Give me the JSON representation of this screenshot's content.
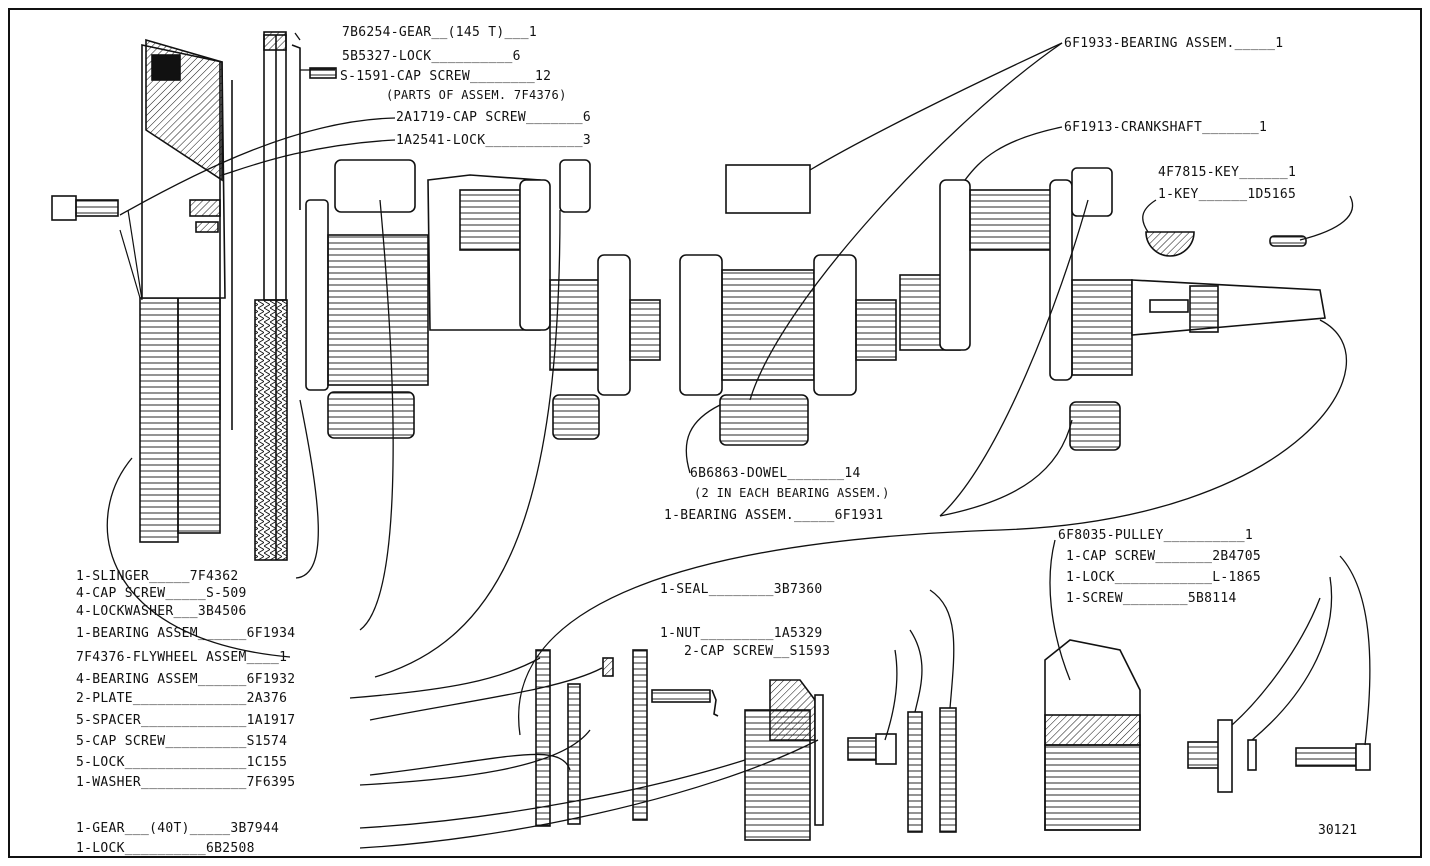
{
  "figure_number": "30121",
  "callouts": {
    "gear_top": "7B6254-GEAR__(145 T)___1",
    "lock_top": "5B5327-LOCK__________6",
    "cap_screw_top": "S-1591-CAP SCREW________12",
    "parts_of_assem": "(PARTS OF ASSEM. 7F4376)",
    "cap_screw_2a": "2A1719-CAP SCREW_______6",
    "lock_1a": "1A2541-LOCK____________3",
    "bearing_top": "6F1933-BEARING ASSEM._____1",
    "crankshaft": "6F1913-CRANKSHAFT_______1",
    "key_4f": "4F7815-KEY______1",
    "key_1d": "1-KEY______1D5165",
    "dowel": "6B6863-DOWEL_______14",
    "dowel_note": "(2 IN EACH BEARING ASSEM.)",
    "bearing_mid": "1-BEARING ASSEM._____6F1931",
    "pulley": "6F8035-PULLEY__________1",
    "cap_screw_pulley": "1-CAP SCREW_______2B4705",
    "lock_pulley": "1-LOCK____________L-1865",
    "screw_pulley": "1-SCREW________5B8114",
    "seal": "1-SEAL________3B7360",
    "nut": "1-NUT_________1A5329",
    "cap_screw_s1593": "2-CAP SCREW__S1593",
    "slinger": "1-SLINGER_____7F4362",
    "cap_screw_s509": "4-CAP SCREW_____S-509",
    "lockwasher": "4-LOCKWASHER___3B4506",
    "bearing_6f1934": "1-BEARING ASSEM______6F1934",
    "flywheel": "7F4376-FLYWHEEL ASSEM____1",
    "bearing_6f1932": "4-BEARING ASSEM______6F1932",
    "plate": "2-PLATE______________2A376",
    "spacer": "5-SPACER_____________1A1917",
    "cap_screw_s1574": "5-CAP SCREW__________S1574",
    "lock_1c155": "5-LOCK_______________1C155",
    "washer": "1-WASHER_____________7F6395",
    "gear_40t": "1-GEAR___(40T)_____3B7944",
    "lock_6b2508": "1-LOCK__________6B2508"
  }
}
